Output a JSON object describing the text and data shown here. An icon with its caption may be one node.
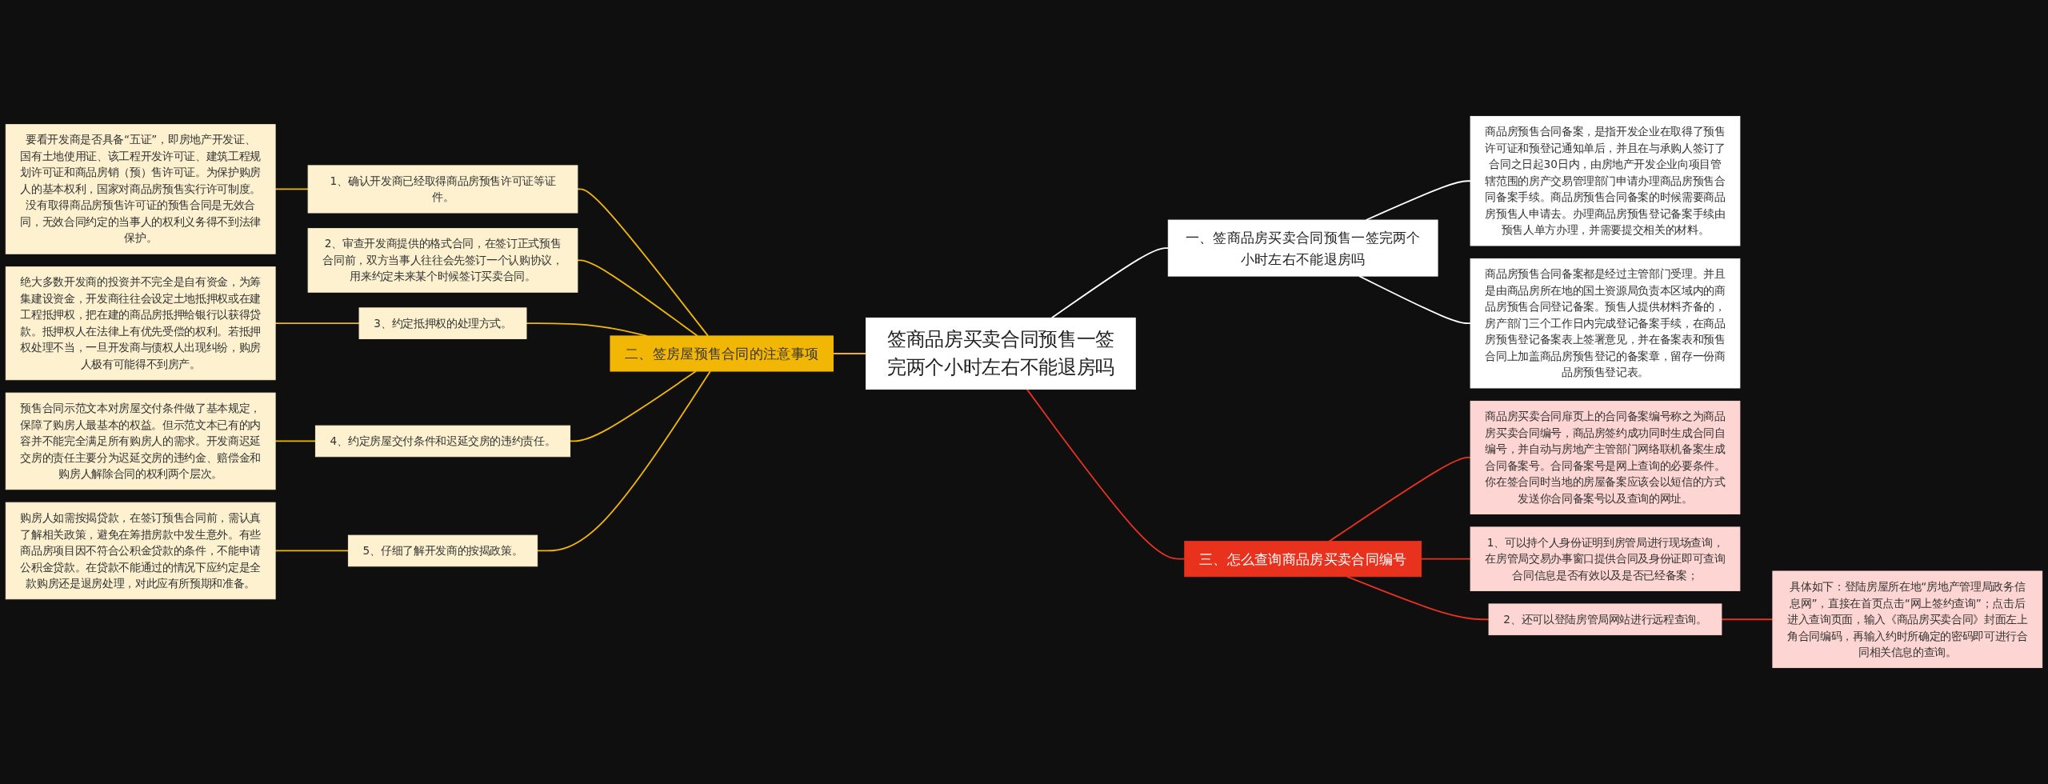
{
  "diagram": {
    "nodes": [
      {
        "text": [
          "签商品房买卖合同预售一签完两个小时左右不能退房吗"
        ]
      },
      {
        "text": [
          "一、签商品房买卖合同预售一签完两个小时左右不能退房吗"
        ]
      },
      {
        "text": [
          "商品房预售合同备案，是指开发企业在取得了预售许可证和预登记通知单后，并且在与承购人签订了合同之日起30日内，由房地产开发企业向项目管辖范围的房产交易管理部门申请办理商品房预售合同备案手续。商品房预售合同备案的时候需要商品房预售人申请去。办理商品房预售登记备案手续由预售人单方办理，并需要提交相关的材料。"
        ]
      },
      {
        "text": [
          "商品房预售合同备案都是经过主管部门受理。并且是由商品房所在地的国土资源局负责本区域内的商品房预售合同登记备案。预售人提供材料齐备的，房产部门三个工作日内完成登记备案手续，在商品房预售登记备案表上签署意见，并在备案表和预售合同上加盖商品房预售登记的备案章，留存一份商品房预售登记表。"
        ]
      },
      {
        "text": [
          "二、签房屋预售合同的注意事项"
        ]
      },
      {
        "text": [
          "1、确认开发商已经取得商品房预售许可证等证件。"
        ]
      },
      {
        "text": [
          "要看开发商是否具备“五证”，即房地产开发证、国有土地使用证、该工程开发许可证、建筑工程规划许可证和商品房销（预）售许可证。为保护购房人的基本权利，国家对商品房预售实行许可制度。没有取得商品房预售许可证的预售合同是无效合同，无效合同约定的当事人的权利义务得不到法律保护。"
        ]
      },
      {
        "text": [
          "2、审查开发商提供的格式合同，在签订正式预售合同前，双方当事人往往会先签订一个认购协议，用来约定未来某个时候签订买卖合同。"
        ]
      },
      {
        "text": [
          "3、约定抵押权的处理方式。"
        ]
      },
      {
        "text": [
          "绝大多数开发商的投资并不完全是自有资金，为筹集建设资金，开发商往往会设定土地抵押权或在建工程抵押权，把在建的商品房抵押给银行以获得贷款。抵押权人在法律上有优先受偿的权利。若抵押权处理不当，一旦开发商与债权人出现纠纷，购房人极有可能得不到房产。"
        ]
      },
      {
        "text": [
          "4、约定房屋交付条件和迟延交房的违约责任。"
        ]
      },
      {
        "text": [
          "预售合同示范文本对房屋交付条件做了基本规定，保障了购房人最基本的权益。但示范文本已有的内容并不能完全满足所有购房人的需求。开发商迟延交房的责任主要分为迟延交房的违约金、赔偿金和购房人解除合同的权利两个层次。"
        ]
      },
      {
        "text": [
          "5、仔细了解开发商的按揭政策。"
        ]
      },
      {
        "text": [
          "购房人如需按揭贷款，在签订预售合同前，需认真了解相关政策，避免在筹措房款中发生意外。有些商品房项目因不符合公积金贷款的条件，不能申请公积金贷款。在贷款不能通过的情况下应约定是全款购房还是退房处理，对此应有所预期和准备。"
        ]
      },
      {
        "text": [
          "三、怎么查询商品房买卖合同编号"
        ]
      },
      {
        "text": [
          "商品房买卖合同扉页上的合同备案编号称之为商品房买卖合同编号，商品房签约成功同时生成合同自编号，并自动与房地产主管部门网络联机备案生成合同备案号。合同备案号是网上查询的必要条件。你在签合同时当地的房屋备案应该会以短信的方式发送你合同备案号以及查询的网址。"
        ]
      },
      {
        "text": [
          "1、可以持个人身份证明到房管局进行现场查询，在房管局交易办事窗口提供合同及身份证即可查询合同信息是否有效以及是否已经备案；"
        ]
      },
      {
        "text": [
          "2、还可以登陆房管局网站进行远程查询。"
        ]
      },
      {
        "text": [
          "具体如下：登陆房屋所在地“房地产管理局政务信息网”，直接在首页点击“网上签约查询”；点击后进入查询页面，输入《商品房买卖合同》封面左上角合同编码，再输入约时所确定的密码即可进行合同相关信息的查询。"
        ]
      }
    ],
    "edges": [
      {
        "from": 0,
        "to": 1,
        "arrow": "none",
        "color": "#ffffff"
      },
      {
        "from": 1,
        "to": 2,
        "arrow": "none",
        "color": "#ffffff"
      },
      {
        "from": 1,
        "to": 3,
        "arrow": "none",
        "color": "#ffffff"
      },
      {
        "from": 0,
        "to": 4,
        "arrow": "none"
      },
      {
        "from": 4,
        "to": 5,
        "arrow": "none"
      },
      {
        "from": 5,
        "to": 6,
        "arrow": "none"
      },
      {
        "from": 4,
        "to": 7,
        "arrow": "none"
      },
      {
        "from": 4,
        "to": 8,
        "arrow": "none"
      },
      {
        "from": 8,
        "to": 9,
        "arrow": "none"
      },
      {
        "from": 4,
        "to": 10,
        "arrow": "none"
      },
      {
        "from": 10,
        "to": 11,
        "arrow": "none"
      },
      {
        "from": 4,
        "to": 12,
        "arrow": "none"
      },
      {
        "from": 12,
        "to": 13,
        "arrow": "none"
      },
      {
        "from": 0,
        "to": 14,
        "arrow": "none",
        "color": "#e8321e"
      },
      {
        "from": 14,
        "to": 15,
        "arrow": "none",
        "color": "#e8321e"
      },
      {
        "from": 14,
        "to": 16,
        "arrow": "none",
        "color": "#e8321e"
      },
      {
        "from": 14,
        "to": 17,
        "arrow": "none",
        "color": "#e8321e"
      },
      {
        "from": 17,
        "to": 18,
        "arrow": "none",
        "color": "#e8321e"
      }
    ]
  }
}
